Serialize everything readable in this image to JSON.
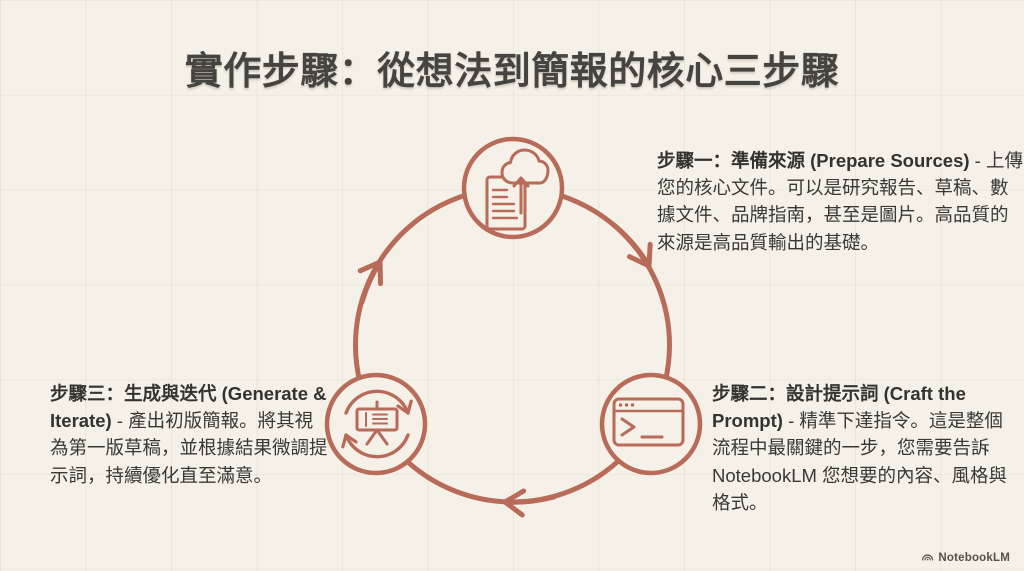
{
  "title": "實作步驟：從想法到簡報的核心三步驟",
  "steps": [
    {
      "heading": "步驟一：準備來源 (Prepare Sources)",
      "body": "- 上傳您的核心文件。可以是研究報告、草稿、數據文件、品牌指南，甚至是圖片。高品質的來源是高品質輸出的基礎。",
      "icon": "document-upload-icon",
      "position": "top"
    },
    {
      "heading": "步驟二：設計提示詞 (Craft the Prompt)",
      "body": "- 精準下達指令。這是整個流程中最關鍵的一步，您需要告訴 NotebookLM 您想要的內容、風格與格式。",
      "icon": "terminal-window-icon",
      "position": "bottom-right"
    },
    {
      "heading": "步驟三：生成與迭代 (Generate & Iterate)",
      "body": "- 產出初版簡報。將其視為第一版草稿，並根據結果微調提示詞，持續優化直至滿意。",
      "icon": "presentation-refresh-icon",
      "position": "bottom-left"
    }
  ],
  "diagram": {
    "type": "cycle",
    "direction": "clockwise",
    "node_count": 3,
    "node_order": [
      "step-1",
      "step-2",
      "step-3"
    ]
  },
  "footer": {
    "brand": "NotebookLM"
  },
  "colors": {
    "background": "#f6f1e8",
    "accent": "#b76b58",
    "title_text": "#464440",
    "body_text": "#3a3835",
    "footer_text": "#55524c"
  }
}
